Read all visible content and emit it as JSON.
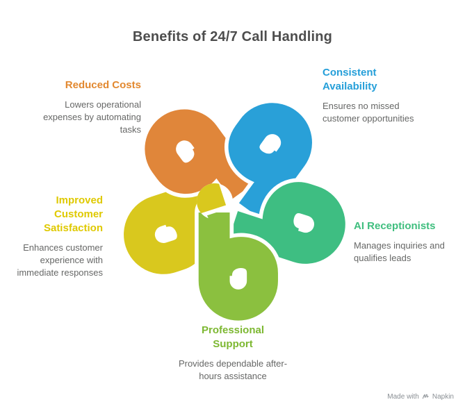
{
  "title": "Benefits of 24/7 Call Handling",
  "benefits": [
    {
      "id": "reduced-costs",
      "label": "Reduced Costs",
      "description": "Lowers operational expenses by automating tasks",
      "color": "#E2882F"
    },
    {
      "id": "consistent-availability",
      "label": "Consistent Availability",
      "description": "Ensures no missed customer opportunities",
      "color": "#259FD9"
    },
    {
      "id": "ai-receptionists",
      "label": "AI Receptionists",
      "description": "Manages inquiries and qualifies leads",
      "color": "#3FBE7E"
    },
    {
      "id": "professional-support",
      "label": "Professional Support",
      "description": "Provides dependable after-hours assistance",
      "color": "#7DB832"
    },
    {
      "id": "improved-customer-satisfaction",
      "label": "Improved Customer Satisfaction",
      "description": "Enhances customer experience with immediate responses",
      "color": "#DFC900"
    }
  ],
  "knot": {
    "orange": "#E0863A",
    "blue": "#29A0D8",
    "green": "#3EBE82",
    "light_green": "#8BC03F",
    "yellow": "#D9C81E"
  },
  "footer": {
    "made_with": "Made with",
    "brand": "Napkin"
  }
}
